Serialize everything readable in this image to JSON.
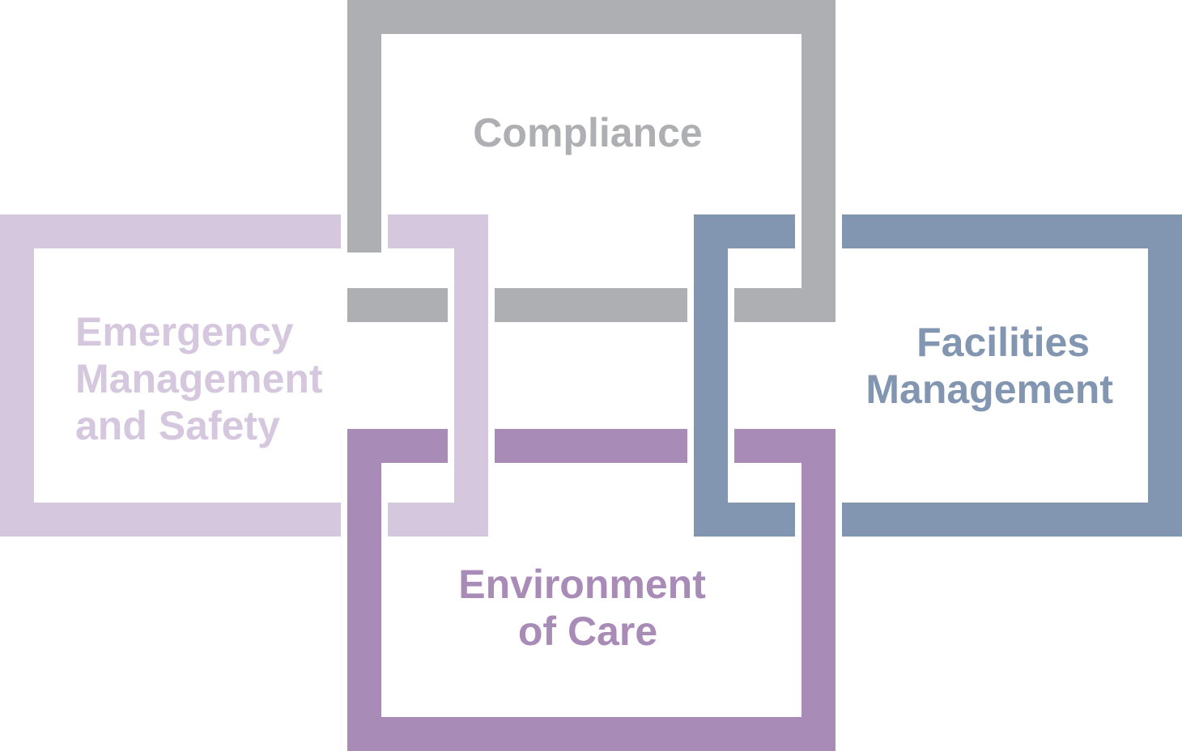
{
  "boxes": {
    "compliance": {
      "lines": [
        "Compliance"
      ],
      "color": "#aeafb2"
    },
    "emergency": {
      "lines": [
        "Emergency",
        "Management",
        "and Safety"
      ],
      "color": "#d5c7de"
    },
    "facilities": {
      "lines": [
        "Facilities",
        "Management"
      ],
      "color": "#8396b1"
    },
    "environment": {
      "lines": [
        "Environment",
        "of Care"
      ],
      "color": "#a88bb7"
    }
  }
}
